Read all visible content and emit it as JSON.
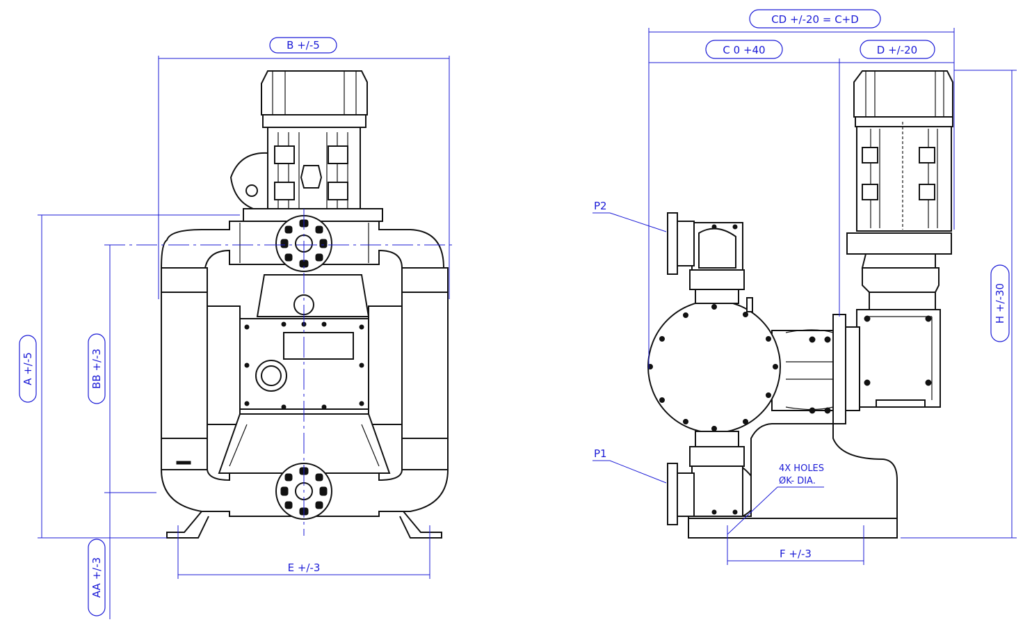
{
  "dimensions": {
    "b": "B +/-5",
    "a": "A +/-5",
    "bb": "BB +/-3",
    "aa": "AA +/-3",
    "e": "E +/-3",
    "cd": "CD +/-20 = C+D",
    "c": "C 0 +40",
    "d": "D +/-20",
    "h": "H +/-30",
    "f": "F +/-3"
  },
  "callouts": {
    "p1": "P1",
    "p2": "P2",
    "holes_line1": "4X HOLES",
    "holes_line2": "ØK- DIA."
  },
  "colors": {
    "dimension": "#1a1ad6",
    "outline": "#111111"
  }
}
